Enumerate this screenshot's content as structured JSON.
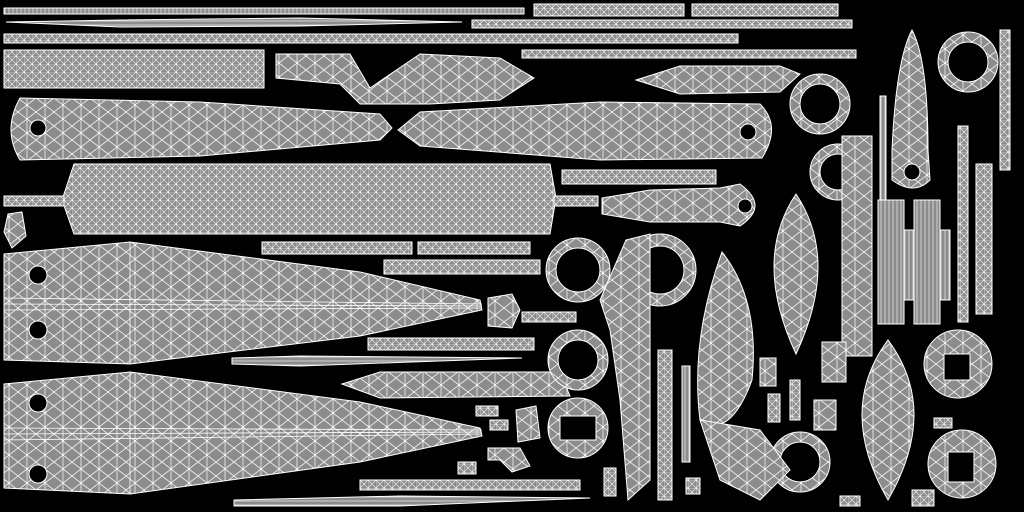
{
  "canvas": {
    "background": "#000000",
    "island_fill": "#8c8c8c",
    "wire_color": "#ffffff"
  },
  "islands": [
    "top-strip",
    "thin-strip",
    "long-bar",
    "mesh-panel",
    "blade-handle",
    "paddle",
    "grip-panel",
    "triangle-blade",
    "ring",
    "leaf-lens",
    "bracket",
    "small-part"
  ]
}
